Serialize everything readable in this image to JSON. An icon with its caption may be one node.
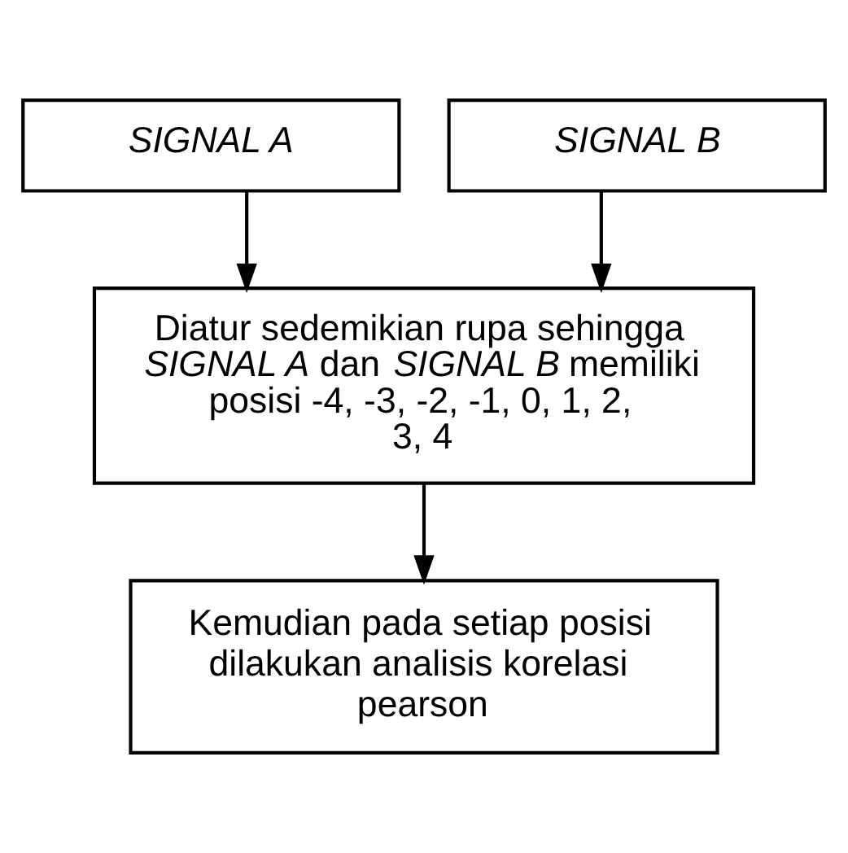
{
  "diagram": {
    "nodes": [
      {
        "text": [
          "SIGNAL A"
        ]
      },
      {
        "text": [
          "SIGNAL B"
        ]
      },
      {
        "text": [
          "Diatur sedemikian rupa sehingga *SIGNAL A* dan *SIGNAL B* memiliki posisi -4, -3, -2, -1, 0, 1, 2, 3, 4"
        ]
      },
      {
        "text": [
          "Kemudian pada setiap posisi dilakukan analisis korelasi pearson"
        ]
      }
    ],
    "edges": [
      {
        "from": 0,
        "to": 2,
        "arrow": "to"
      },
      {
        "from": 1,
        "to": 2,
        "arrow": "to"
      },
      {
        "from": 2,
        "to": 3,
        "arrow": "to"
      }
    ]
  }
}
